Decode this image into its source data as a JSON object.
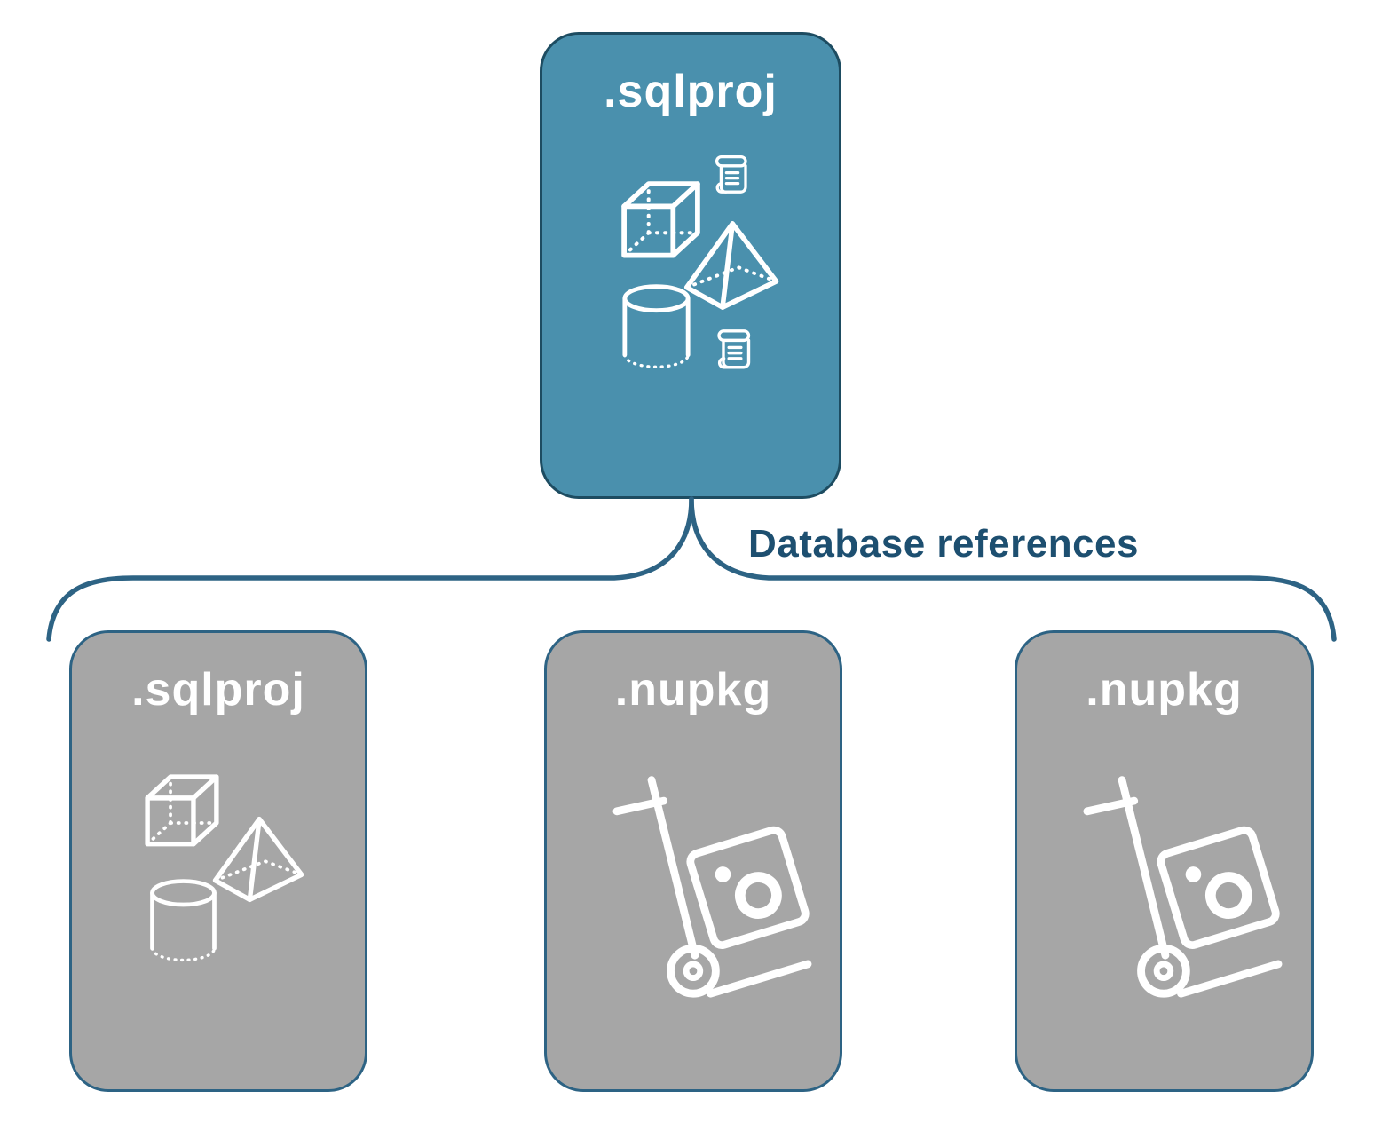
{
  "diagram": {
    "connector_label": "Database references",
    "root": {
      "label": ".sqlproj",
      "icons": [
        "script-icon",
        "cube-icon",
        "pyramid-icon",
        "cylinder-icon",
        "script-icon"
      ]
    },
    "children": [
      {
        "label": ".sqlproj",
        "icons": [
          "cube-icon",
          "pyramid-icon",
          "cylinder-icon"
        ]
      },
      {
        "label": ".nupkg",
        "icons": [
          "nuget-hand-truck-icon"
        ]
      },
      {
        "label": ".nupkg",
        "icons": [
          "nuget-hand-truck-icon"
        ]
      }
    ],
    "colors": {
      "background": "#ffffff",
      "root_fill": "#4a90ad",
      "root_border": "#1d4c61",
      "child_fill": "#a6a6a6",
      "child_border": "#2d6384",
      "connector_stroke": "#2d6384",
      "label_text": "#ffffff",
      "connector_label_text": "#1d4f70",
      "icon_stroke": "#ffffff"
    }
  }
}
